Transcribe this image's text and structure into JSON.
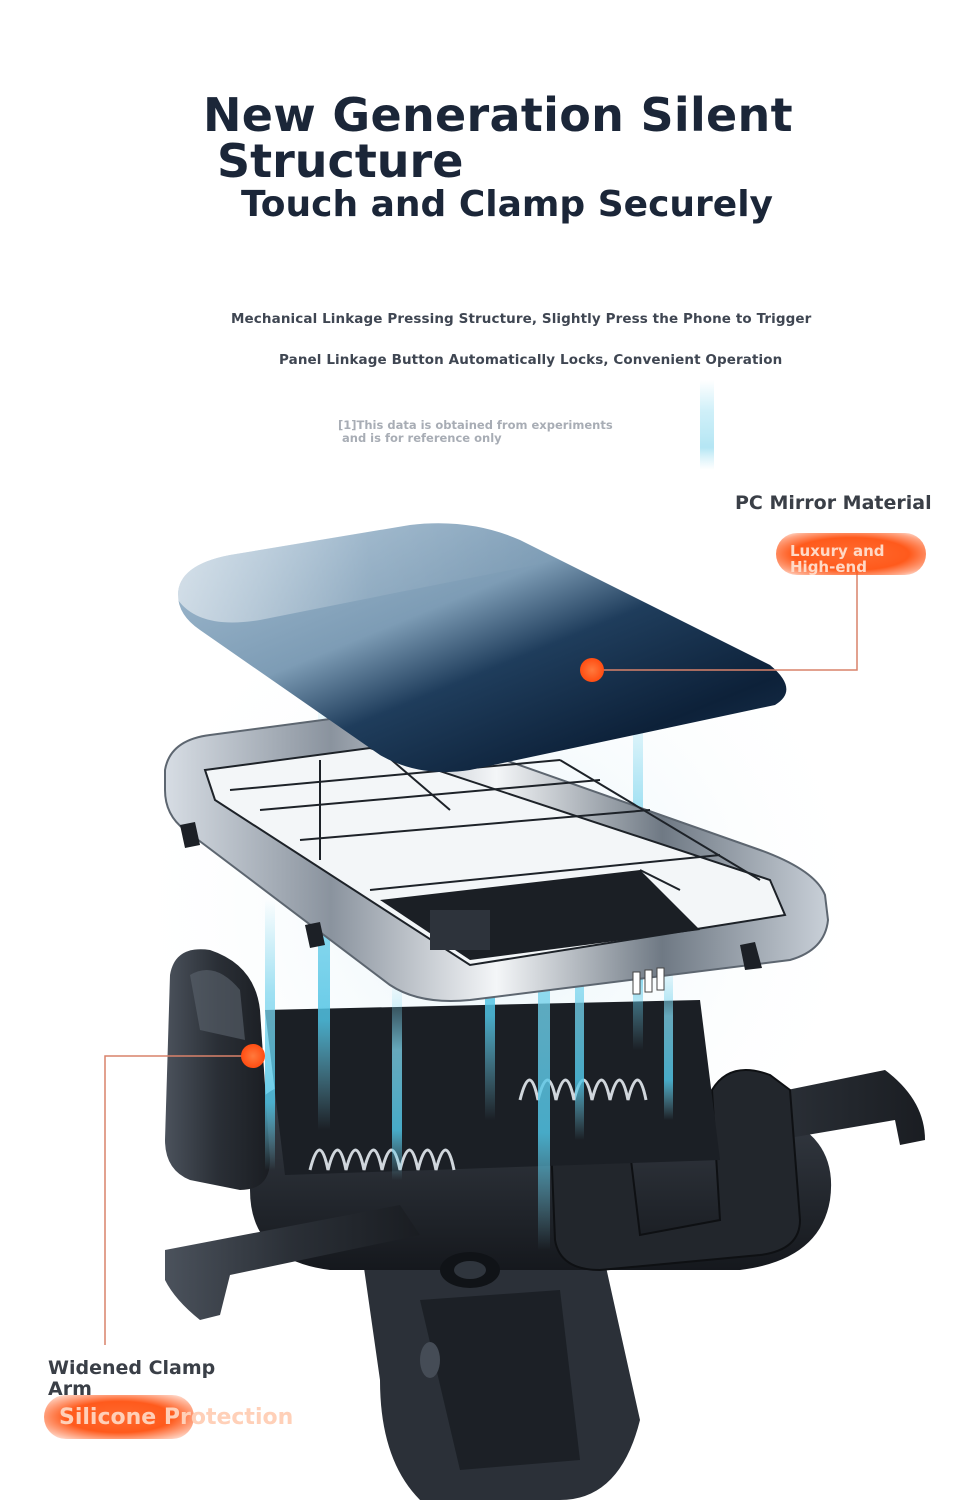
{
  "headline": {
    "line1": "New Generation Silent",
    "line2": "Structure",
    "line3": "Touch and Clamp Securely"
  },
  "description": {
    "line1": "Mechanical Linkage Pressing Structure, Slightly Press the Phone to Trigger",
    "line2": "Panel Linkage Button Automatically Locks, Convenient Operation"
  },
  "footnote": "[1]This data is obtained from experiments\n and is for reference only",
  "callouts": {
    "pc_mirror": {
      "title": "PC Mirror Material",
      "tag": "Luxury and High-end"
    },
    "clamp_arm": {
      "title": "Widened Clamp Arm",
      "tag": "Silicone Protection"
    }
  },
  "colors": {
    "headline": "#1b2638",
    "accent": "#ff5a1c",
    "leader_line": "#d9826a",
    "body_text": "#3f4652",
    "light_beam": "#7fd6ee"
  }
}
